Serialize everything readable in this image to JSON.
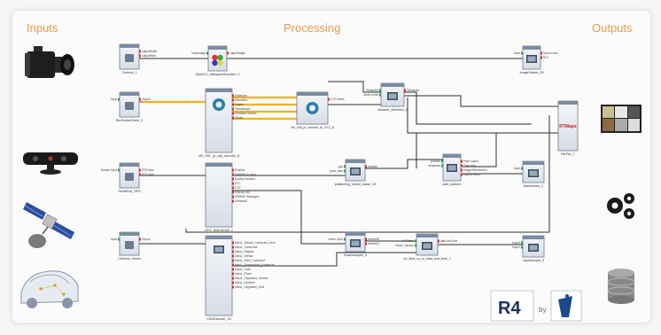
{
  "headers": {
    "inputs": "Inputs",
    "processing": "Processing",
    "outputs": "Outputs"
  },
  "colors": {
    "header": "#e59a4a",
    "wire": "#2d2d2d",
    "wire_highlight": "#f0b020",
    "port_green": "#2f9e44",
    "port_red": "#d03030",
    "port_blue": "#2050c0"
  },
  "input_icons": [
    "camera-icon",
    "kinect-sensor-icon",
    "satellite-icon",
    "car-sensors-icon"
  ],
  "output_icons": [
    "image-grid-icon",
    "gears-icon",
    "database-icon"
  ],
  "nodes": {
    "camera": {
      "name": "Camera_1",
      "ports_out": [
        "outputBuffer",
        "outputRate"
      ]
    },
    "histogram": {
      "name": "OpenCV_HistogramEqualize_2",
      "ports_in": [
        "inputImage"
      ],
      "ports_out": [
        "outputImage"
      ]
    },
    "image_viewer": {
      "name": "ImageViewer_28",
      "ports_in": [
        "Input"
      ],
      "ports_out": [
        "Mouse click",
        "ROI"
      ]
    },
    "tcp_client": {
      "name": "RecSocketClient_3",
      "ports_in": [
        "Input"
      ],
      "ports_out": [
        "Output"
      ]
    },
    "decoder": {
      "name": "Vel_HDL_pl_udp_decoder_8",
      "ports_out": [
        "Distances",
        "Intensities",
        "Angles",
        "Timestamps",
        "Firmware version",
        "nScan"
      ]
    },
    "convert": {
      "name": "Vel_Hdl_pl_convert_to_XYZ_8",
      "ports_out": [
        "XYZ points"
      ]
    },
    "obstacle": {
      "name": "obstacle_detection_8",
      "ports_in": [
        "Obstacles",
        "laser points"
      ],
      "ports_out": [
        "Obstacles"
      ]
    },
    "rtmaps": {
      "name": "RtcFile_7",
      "label": "RTMaps"
    },
    "serial": {
      "name": "SerialPort_GPS",
      "ports_in": [
        "Stream Input"
      ],
      "ports_out": [
        "RTR date",
        "RTS state"
      ]
    },
    "nmea": {
      "name": "GPS_NMEA0183_2",
      "ports_out": [
        "Position",
        "Satellites in view",
        "Quality indicator",
        "UTC",
        "VTG",
        "Velocity info",
        "GNRMC Messages",
        "nStreamE"
      ]
    },
    "fusion": {
      "name": "positioning_hybrid_fusion_15",
      "ports_in": [
        "gps",
        "gnss_data"
      ],
      "ports_out": [
        "position"
      ]
    },
    "path": {
      "name": "path_planner",
      "ports_in": [
        "position",
        "obstacles"
      ],
      "ports_out": [
        "Pixel output",
        "Trajectory",
        "ImageWithMarkers",
        "outputPixel32"
      ]
    },
    "data_viewer": {
      "name": "DataViewer_2",
      "ports_in": [
        "Input"
      ]
    },
    "can_vector": {
      "name": "CANbus_Vector",
      "ports_in": [
        "Input"
      ],
      "ports_out": [
        "Output"
      ]
    },
    "can_decoder": {
      "name": "CANDecoder_15",
      "ports_out": [
        "Infos1_Vitesse_Carburant_Libre",
        "Infos1_Odometrie",
        "Infos1_Regime",
        "Infos1_Vitesse",
        "Infos1_Debit_Carburant",
        "Infos1_Temperature_Exterieure",
        "Infos1_Code",
        "Infos1_Phare",
        "Infos1_Clignotant_Gauche",
        "Infos1_Lanterne",
        "Infos1_Clignotant_Droit"
      ]
    },
    "downsampler": {
      "name": "Downsampler_4",
      "ports_in": [
        "Vector input"
      ],
      "ports_out": [
        "element0",
        "element1"
      ]
    },
    "oscilloscope": {
      "name": "Oscilloscope_3",
      "ports_in": [
        "Input0",
        "Input1"
      ]
    },
    "merge": {
      "name": "vin_time_vo_to_data_and_time_7",
      "ports_in": [
        "UTC time",
        "Infos1_Vitesse"
      ],
      "ports_out": [
        "date and time"
      ]
    }
  },
  "logos": {
    "r4_text": "R4",
    "by_text": "by"
  }
}
